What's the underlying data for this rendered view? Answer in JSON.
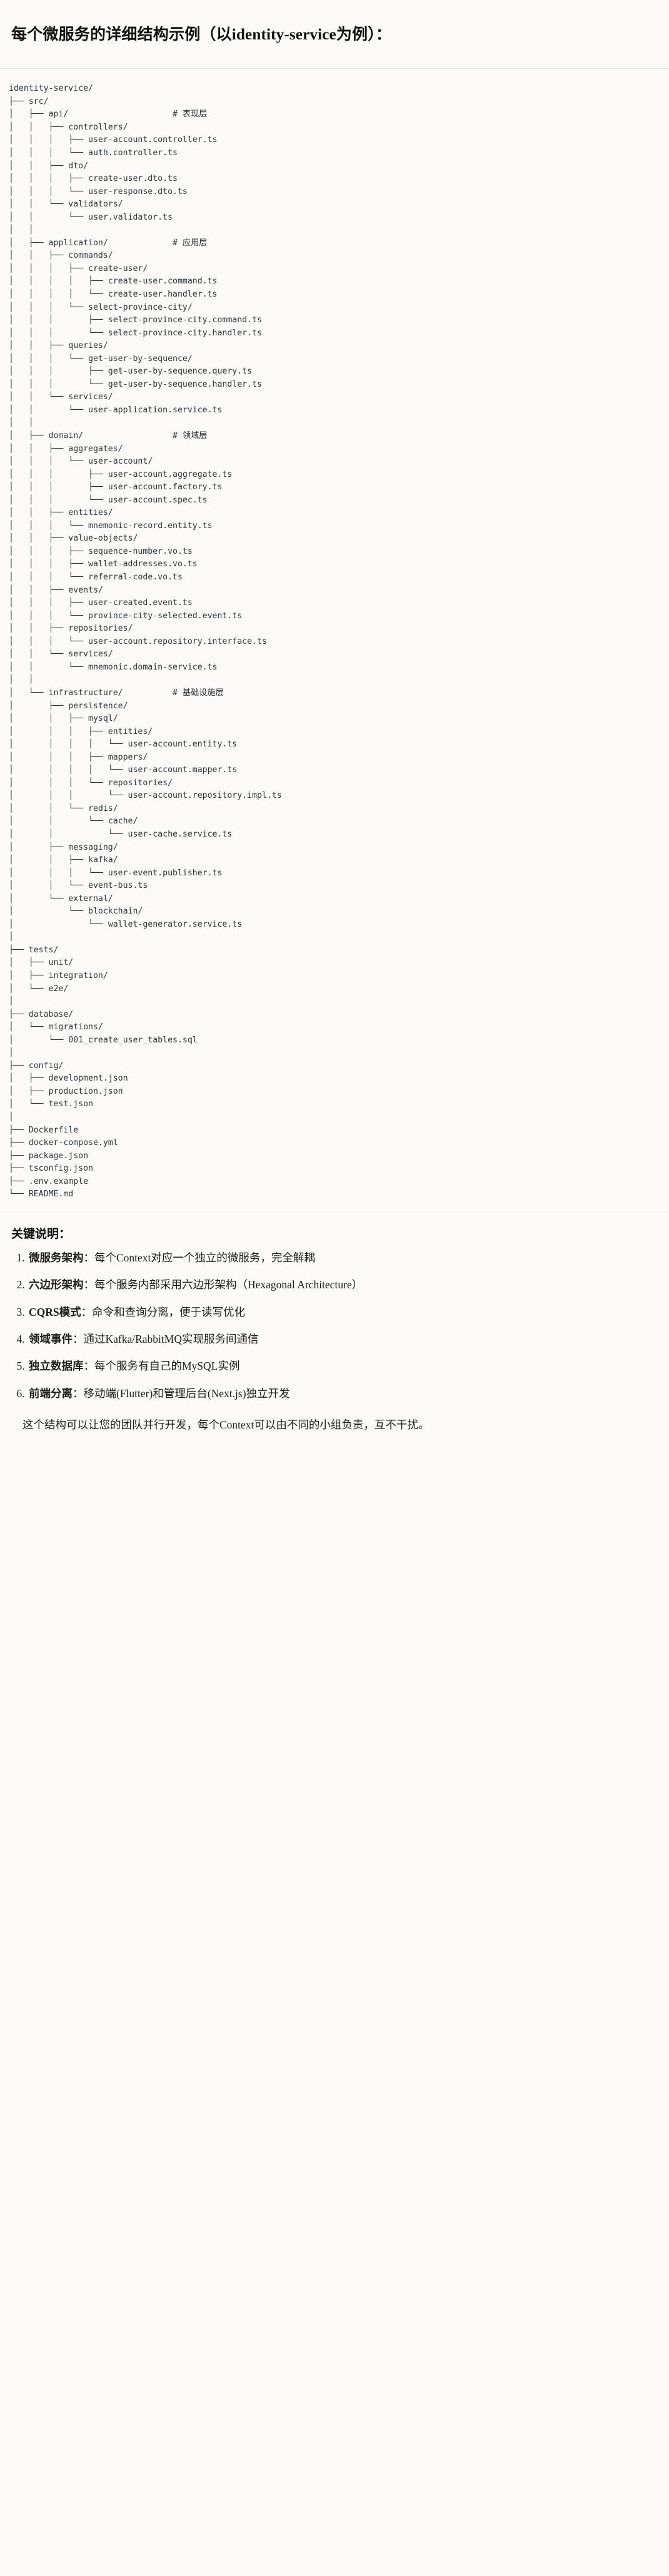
{
  "heading": {
    "text": "每个微服务的详细结构示例（以identity-service为例）："
  },
  "tree": {
    "root": "identity-service/",
    "comment_column": 40,
    "text": "identity-service/\n├── src/\n│   ├── api/                     # 表现层\n│   │   ├── controllers/\n│   │   │   ├── user-account.controller.ts\n│   │   │   └── auth.controller.ts\n│   │   ├── dto/\n│   │   │   ├── create-user.dto.ts\n│   │   │   └── user-response.dto.ts\n│   │   └── validators/\n│   │       └── user.validator.ts\n│   │\n│   ├── application/             # 应用层\n│   │   ├── commands/\n│   │   │   ├── create-user/\n│   │   │   │   ├── create-user.command.ts\n│   │   │   │   └── create-user.handler.ts\n│   │   │   └── select-province-city/\n│   │   │       ├── select-province-city.command.ts\n│   │   │       └── select-province-city.handler.ts\n│   │   ├── queries/\n│   │   │   └── get-user-by-sequence/\n│   │   │       ├── get-user-by-sequence.query.ts\n│   │   │       └── get-user-by-sequence.handler.ts\n│   │   └── services/\n│   │       └── user-application.service.ts\n│   │\n│   ├── domain/                  # 领域层\n│   │   ├── aggregates/\n│   │   │   └── user-account/\n│   │   │       ├── user-account.aggregate.ts\n│   │   │       ├── user-account.factory.ts\n│   │   │       └── user-account.spec.ts\n│   │   ├── entities/\n│   │   │   └── mnemonic-record.entity.ts\n│   │   ├── value-objects/\n│   │   │   ├── sequence-number.vo.ts\n│   │   │   ├── wallet-addresses.vo.ts\n│   │   │   └── referral-code.vo.ts\n│   │   ├── events/\n│   │   │   ├── user-created.event.ts\n│   │   │   └── province-city-selected.event.ts\n│   │   ├── repositories/\n│   │   │   └── user-account.repository.interface.ts\n│   │   └── services/\n│   │       └── mnemonic.domain-service.ts\n│   │\n│   └── infrastructure/          # 基础设施层\n│       ├── persistence/\n│       │   ├── mysql/\n│       │   │   ├── entities/\n│       │   │   │   └── user-account.entity.ts\n│       │   │   ├── mappers/\n│       │   │   │   └── user-account.mapper.ts\n│       │   │   └── repositories/\n│       │   │       └── user-account.repository.impl.ts\n│       │   └── redis/\n│       │       └── cache/\n│       │           └── user-cache.service.ts\n│       ├── messaging/\n│       │   ├── kafka/\n│       │   │   └── user-event.publisher.ts\n│       │   └── event-bus.ts\n│       └── external/\n│           └── blockchain/\n│               └── wallet-generator.service.ts\n│\n├── tests/\n│   ├── unit/\n│   ├── integration/\n│   └── e2e/\n│\n├── database/\n│   └── migrations/\n│       └── 001_create_user_tables.sql\n│\n├── config/\n│   ├── development.json\n│   ├── production.json\n│   └── test.json\n│\n├── Dockerfile\n├── docker-compose.yml\n├── package.json\n├── tsconfig.json\n├── .env.example\n└── README.md"
  },
  "notes": {
    "title": "关键说明：",
    "items": [
      {
        "term": "微服务架构",
        "desc": "：每个Context对应一个独立的微服务，完全解耦"
      },
      {
        "term": "六边形架构",
        "desc": "：每个服务内部采用六边形架构（Hexagonal Architecture）"
      },
      {
        "term": "CQRS模式",
        "desc": "：命令和查询分离，便于读写优化"
      },
      {
        "term": "领域事件",
        "desc": "：通过Kafka/RabbitMQ实现服务间通信"
      },
      {
        "term": "独立数据库",
        "desc": "：每个服务有自己的MySQL实例"
      },
      {
        "term": "前端分离",
        "desc": "：移动端(Flutter)和管理后台(Next.js)独立开发"
      }
    ],
    "closing": "这个结构可以让您的团队并行开发，每个Context可以由不同的小组负责，互不干扰。"
  },
  "colors": {
    "background": "#fbfaf8",
    "text": "#1f1f1f",
    "tree_text": "#2e3338",
    "rule": "#e6e3dd"
  }
}
